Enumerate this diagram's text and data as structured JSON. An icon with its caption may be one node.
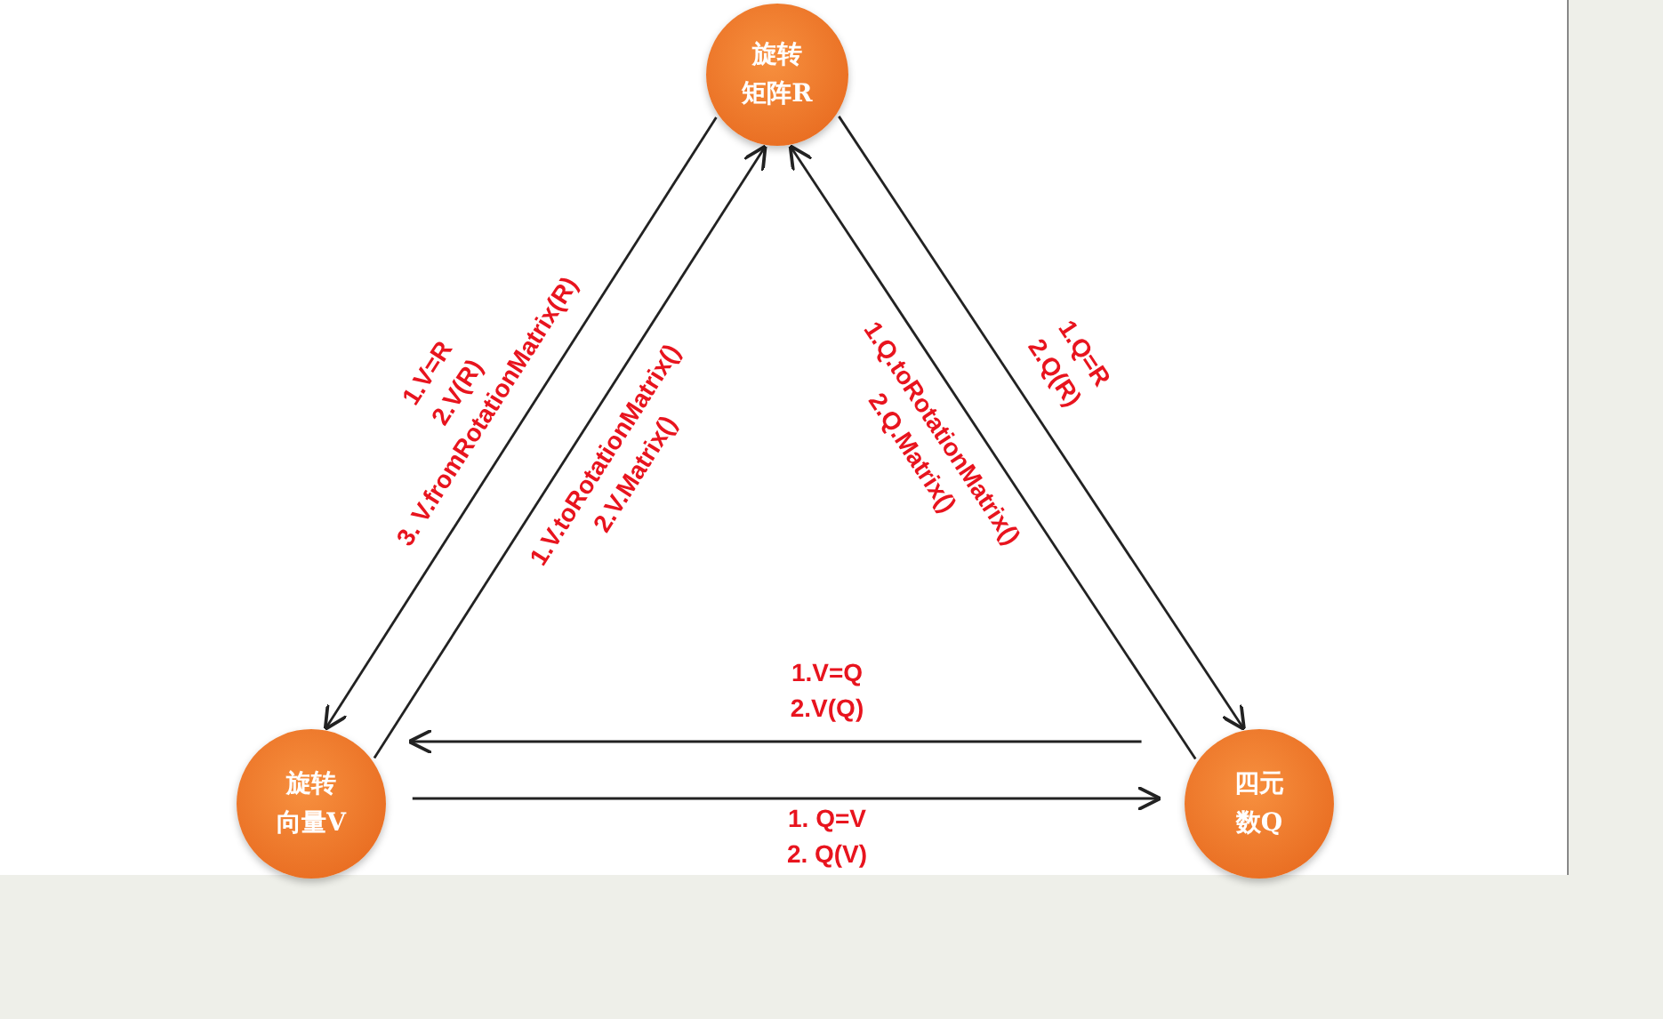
{
  "diagram": {
    "nodes": [
      {
        "text": [
          "旋转矩阵R"
        ]
      },
      {
        "text": [
          "旋转向量V"
        ]
      },
      {
        "text": [
          "四元数Q"
        ]
      }
    ],
    "edges": [
      {
        "from": 0,
        "to": 1,
        "arrow": "to",
        "label": "1.V=R 2.V(R) 3. V.fromRotationMatrix(R)"
      },
      {
        "from": 1,
        "to": 0,
        "arrow": "to",
        "label": "1.V.toRotationMatrix() 2.V.Matrix()"
      },
      {
        "from": 2,
        "to": 0,
        "arrow": "to",
        "label": "1.Q.toRotationMatrix() 2.Q.Matrix()"
      },
      {
        "from": 0,
        "to": 2,
        "arrow": "to",
        "label": "1.Q=R 2.Q(R)"
      },
      {
        "from": 2,
        "to": 1,
        "arrow": "to",
        "label": "1.V=Q 2.V(Q)"
      },
      {
        "from": 1,
        "to": 2,
        "arrow": "to",
        "label": "1. Q=V 2. Q(V)"
      }
    ]
  }
}
